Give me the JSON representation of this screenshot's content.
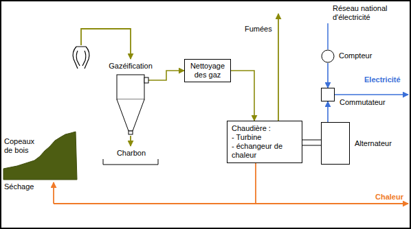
{
  "diagram": {
    "nodes": [
      {
        "text": [
          "Gazéification"
        ]
      },
      {
        "text": [
          "Nettoyage des gaz"
        ]
      },
      {
        "text": [
          "Chaudière :",
          "- Turbine",
          "- échangeur de chaleur"
        ]
      },
      {
        "text": [
          "Compteur"
        ]
      },
      {
        "text": [
          "Commutateur"
        ]
      },
      {
        "text": [
          "Alternateur"
        ]
      }
    ],
    "edges": [
      {
        "from": 0,
        "to": 1,
        "arrow": "to"
      },
      {
        "from": 1,
        "to": 2,
        "arrow": "to"
      },
      {
        "from": 2,
        "to": 5,
        "arrow": "none"
      },
      {
        "from": 5,
        "to": 4,
        "arrow": "to"
      },
      {
        "from": 3,
        "to": 4,
        "arrow": "to"
      }
    ],
    "labels": [
      "Copeaux de bois",
      "Séchage",
      "Charbon",
      "Fumées",
      "Réseau national d'électricité",
      "Electricité",
      "Chaleur"
    ]
  }
}
